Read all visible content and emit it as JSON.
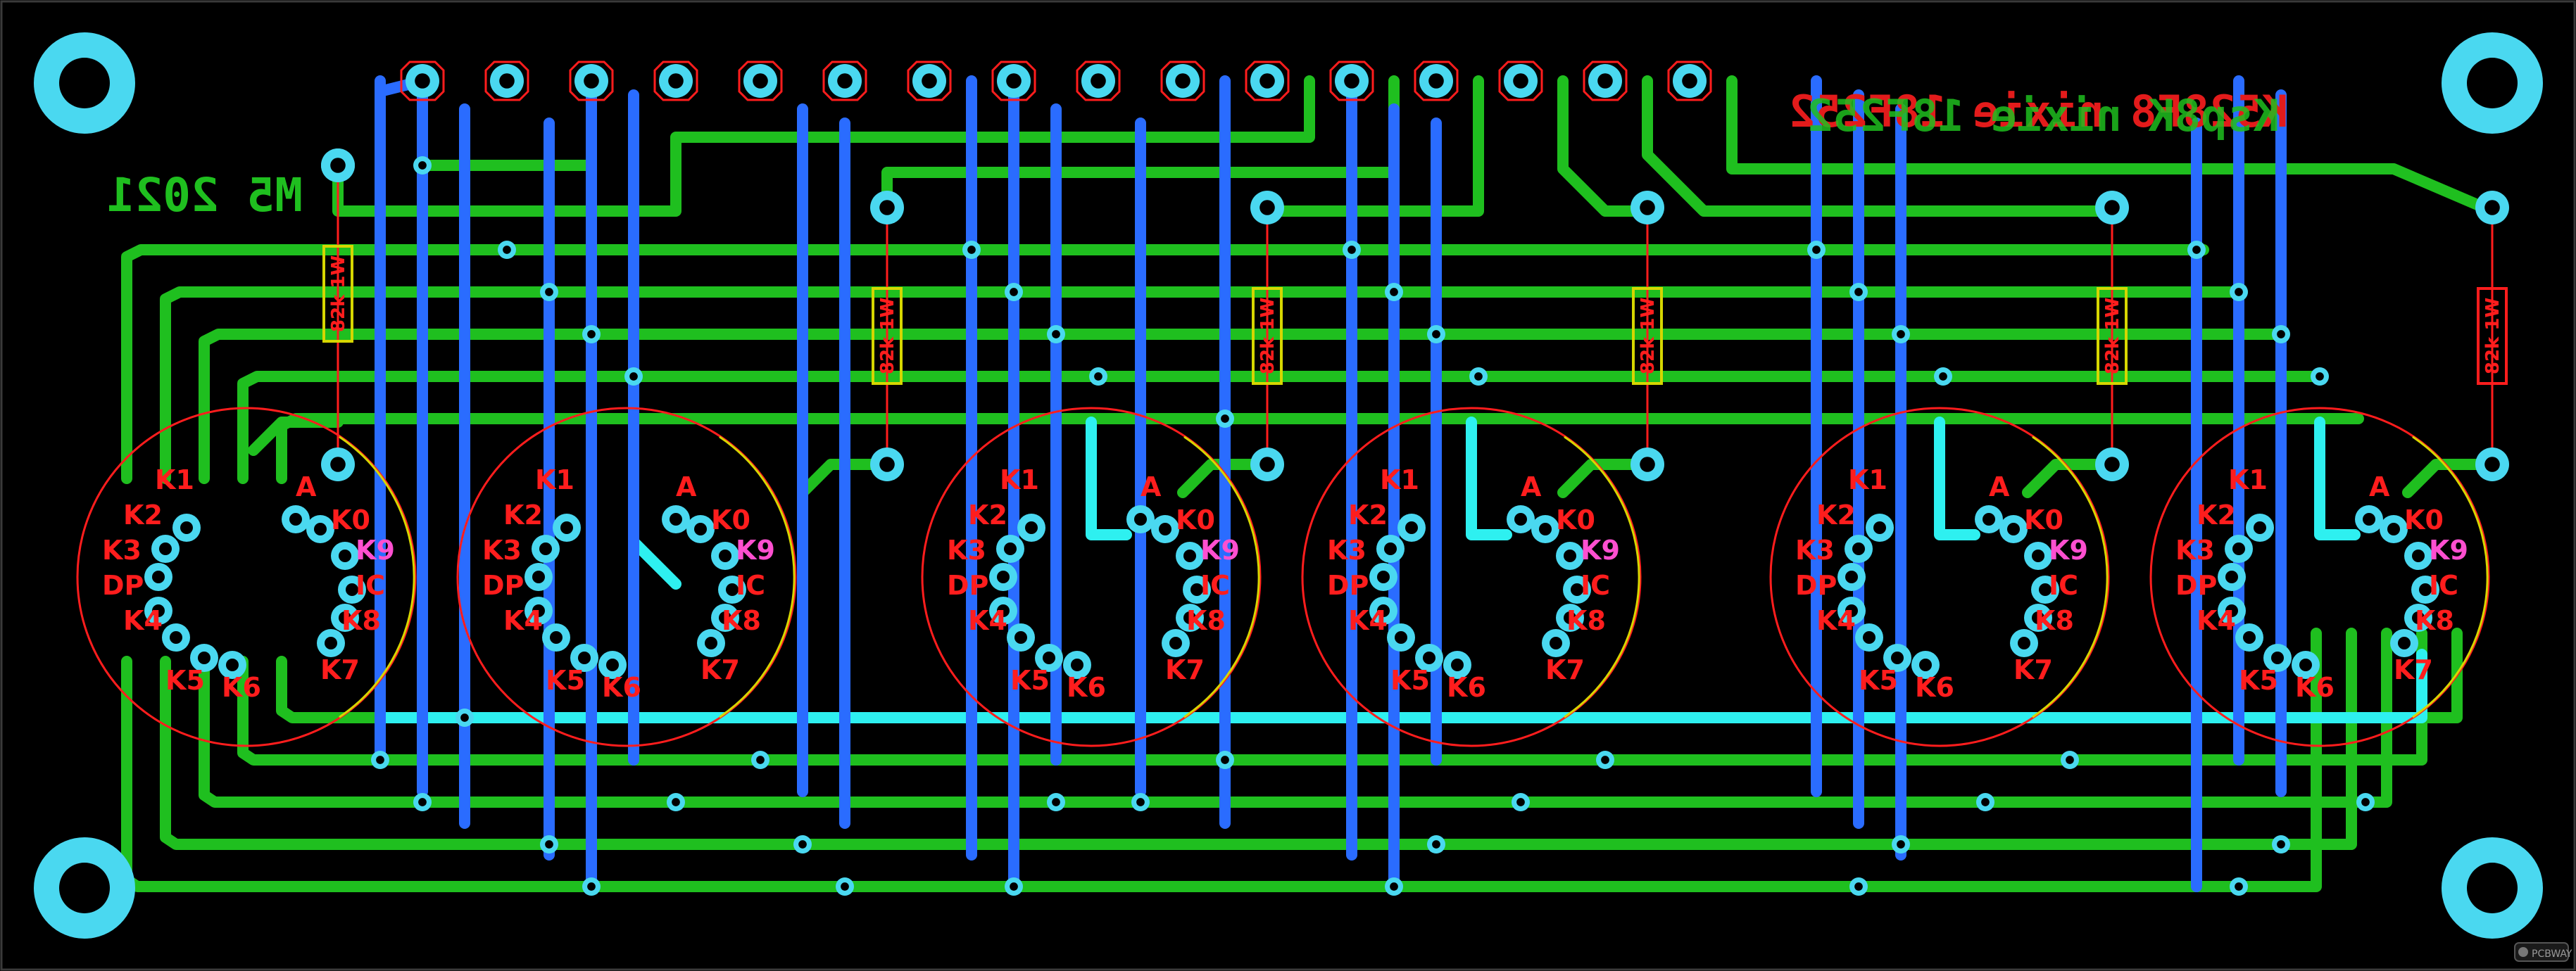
{
  "board": {
    "mark_left": "M5 2021",
    "mark_title_red": "K528F8 nixie 18F252",
    "mark_title_green": "Ksp8K nixie 18F252"
  },
  "colors": {
    "board": "#000000",
    "trace_top": "#1fbf1f",
    "trace_bottom": "#2a6cff",
    "trace_highlight": "#2ef0f0",
    "pad": "#4ad8f0",
    "silkscreen": "#ff1d1d",
    "outline_alt": "#d6d600"
  },
  "resistor_label": "82k 1W",
  "tube_pin_labels": {
    "left": [
      "K1",
      "K2",
      "K3",
      "DP",
      "K4",
      "K5",
      "K6"
    ],
    "right": [
      "A",
      "K0",
      "K9",
      "IC",
      "K8",
      "K7"
    ]
  },
  "tube_count": 6,
  "header_pin_count": 16,
  "watermark": "PCBWAY"
}
